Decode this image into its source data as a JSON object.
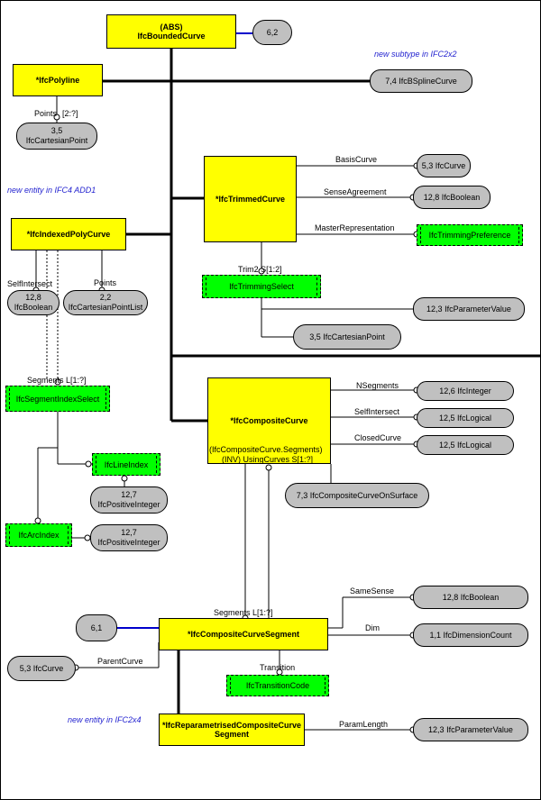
{
  "entities": {
    "bounded_curve": {
      "line1": "(ABS)",
      "line2": "IfcBoundedCurve"
    },
    "polyline": "*IfcPolyline",
    "trimmed_curve": "*IfcTrimmedCurve",
    "indexed_poly_curve": "*IfcIndexedPolyCurve",
    "composite_curve": "*IfcCompositeCurve",
    "composite_curve_segment": "*IfcCompositeCurveSegment",
    "reparametrised_line1": "*IfcReparametrisedCompositeCurve",
    "reparametrised_line2": "Segment"
  },
  "pills": {
    "ref_6_2": "6,2",
    "bspline": "7,4 IfcBSplineCurve",
    "cartesian_point_1": {
      "line1": "3,5",
      "line2": "IfcCartesianPoint"
    },
    "basis_curve": "5,3 IfcCurve",
    "sense_boolean": "12,8 IfcBoolean",
    "self_int_boolean": {
      "line1": "12,8",
      "line2": "IfcBoolean"
    },
    "points_list": {
      "line1": "2,2",
      "line2": "IfcCartesianPointList"
    },
    "parameter_value": "12,3 IfcParameterValue",
    "cartesian_point_2": "3,5 IfcCartesianPoint",
    "nsegments_integer": "12,6 IfcInteger",
    "self_int_logical": "12,5 IfcLogical",
    "closed_logical": "12,5 IfcLogical",
    "curve_on_surface": "7,3 IfcCompositeCurveOnSurface",
    "pos_int_1": {
      "line1": "12,7",
      "line2": "IfcPositiveInteger"
    },
    "pos_int_2": {
      "line1": "12,7",
      "line2": "IfcPositiveInteger"
    },
    "ref_6_1": "6,1",
    "same_sense_boolean": "12,8 IfcBoolean",
    "dimension_count": "1,1 IfcDimensionCount",
    "ifc_curve": "5,3 IfcCurve",
    "param_length_value": "12,3 IfcParameterValue"
  },
  "selects": {
    "trimming_preference": "IfcTrimmingPreference",
    "trimming_select": "IfcTrimmingSelect",
    "segment_index_select": "IfcSegmentIndexSelect",
    "line_index": "IfcLineIndex",
    "arc_index": "IfcArcIndex",
    "transition_code": "IfcTransitionCode"
  },
  "labels": {
    "points": "Points",
    "points_2": "[2:?]",
    "basis_curve": "BasisCurve",
    "sense_agreement": "SenseAgreement",
    "master_representation": "MasterRepresentation",
    "trim": "Trim2 S[1:2]",
    "self_intersect_1": "SelfIntersect",
    "points_ipc": "Points",
    "segments_ipc": "Segments L[1:?]",
    "nsegments": "NSegments",
    "self_intersect_2": "SelfIntersect",
    "closed_curve": "ClosedCurve",
    "inverse_1": "(IfcCompositeCurve.Segments)",
    "inverse_2": "(INV) UsingCurves S[1:?]",
    "segments_ccs": "Segments L[1:?]",
    "same_sense": "SameSense",
    "dim": "Dim",
    "parent_curve": "ParentCurve",
    "transition": "Transition",
    "param_length": "ParamLength"
  },
  "notes": {
    "ifc2x2": "new subtype in IFC2x2",
    "ifc4add1": "new entity in IFC4 ADD1",
    "ifc2x4": "new entity in IFC2x4"
  },
  "colors": {
    "entity": "#ffff00",
    "pill": "#c0c0c0",
    "select": "#00ff00",
    "note": "#1f1fcf",
    "ref_link": "#0000cc"
  }
}
